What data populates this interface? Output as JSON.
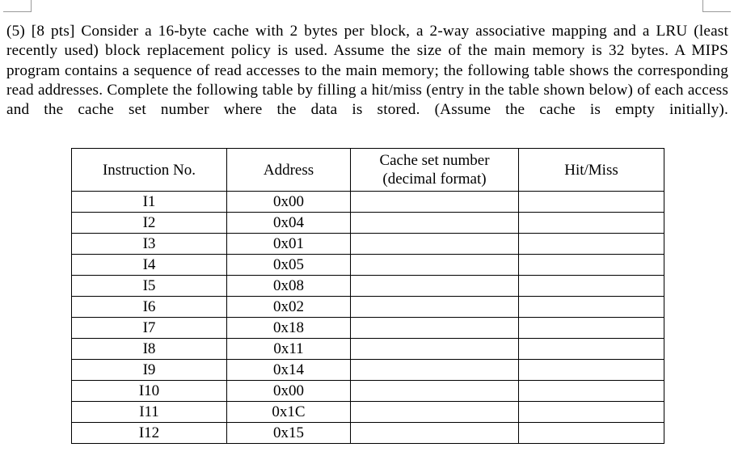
{
  "page": {
    "question_number": "(5)",
    "points": "[8 pts]",
    "body": "(5) [8 pts] Consider a 16-byte cache with 2 bytes per block, a 2-way associative mapping and a LRU (least recently used) block replacement policy is used. Assume the size of the main memory is 32 bytes. A MIPS program contains a sequence of read accesses to the main memory; the following table shows the corresponding read addresses. Complete the following table by filling a hit/miss (entry in the table shown below) of each access and the cache set number where the data is stored. (Assume the cache is empty initially)."
  },
  "table": {
    "headers": {
      "instruction": "Instruction No.",
      "address": "Address",
      "cache_set_line1": "Cache set number",
      "cache_set_line2": "(decimal format)",
      "hit_miss": "Hit/Miss"
    },
    "rows": [
      {
        "instruction": "I1",
        "address": "0x00",
        "cache_set": "",
        "hit_miss": ""
      },
      {
        "instruction": "I2",
        "address": "0x04",
        "cache_set": "",
        "hit_miss": ""
      },
      {
        "instruction": "I3",
        "address": "0x01",
        "cache_set": "",
        "hit_miss": ""
      },
      {
        "instruction": "I4",
        "address": "0x05",
        "cache_set": "",
        "hit_miss": ""
      },
      {
        "instruction": "I5",
        "address": "0x08",
        "cache_set": "",
        "hit_miss": ""
      },
      {
        "instruction": "I6",
        "address": "0x02",
        "cache_set": "",
        "hit_miss": ""
      },
      {
        "instruction": "I7",
        "address": "0x18",
        "cache_set": "",
        "hit_miss": ""
      },
      {
        "instruction": "I8",
        "address": "0x11",
        "cache_set": "",
        "hit_miss": ""
      },
      {
        "instruction": "I9",
        "address": "0x14",
        "cache_set": "",
        "hit_miss": ""
      },
      {
        "instruction": "I10",
        "address": "0x00",
        "cache_set": "",
        "hit_miss": ""
      },
      {
        "instruction": "I11",
        "address": "0x1C",
        "cache_set": "",
        "hit_miss": ""
      },
      {
        "instruction": "I12",
        "address": "0x15",
        "cache_set": "",
        "hit_miss": ""
      }
    ]
  },
  "colors": {
    "text": "#000000",
    "background": "#ffffff",
    "border": "#000000",
    "crop_mark": "#9a9a9a"
  }
}
